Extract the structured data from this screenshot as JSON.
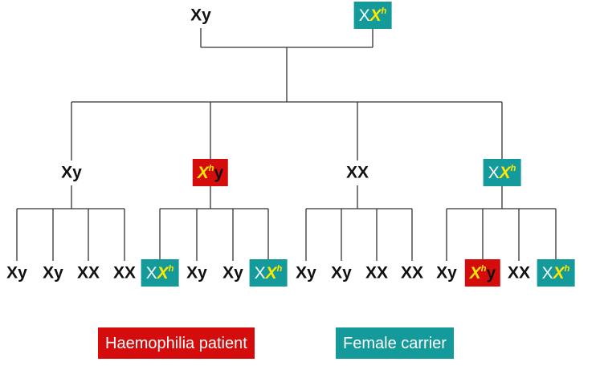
{
  "colors": {
    "patient": "#d40c0c",
    "carrier": "#149a9a",
    "affected_allele": "#ffe800"
  },
  "parents": [
    {
      "genotype": "Xy",
      "status": "normal"
    },
    {
      "genotype": "XX^h",
      "status": "carrier"
    }
  ],
  "children": [
    {
      "genotype": "Xy",
      "status": "normal",
      "offspring": [
        {
          "genotype": "Xy",
          "status": "normal"
        },
        {
          "genotype": "Xy",
          "status": "normal"
        },
        {
          "genotype": "XX",
          "status": "normal"
        },
        {
          "genotype": "XX",
          "status": "normal"
        }
      ]
    },
    {
      "genotype": "X^hy",
      "status": "patient",
      "offspring": [
        {
          "genotype": "XX^h",
          "status": "carrier"
        },
        {
          "genotype": "Xy",
          "status": "normal"
        },
        {
          "genotype": "Xy",
          "status": "normal"
        },
        {
          "genotype": "XX^h",
          "status": "carrier"
        }
      ]
    },
    {
      "genotype": "XX",
      "status": "normal",
      "offspring": [
        {
          "genotype": "Xy",
          "status": "normal"
        },
        {
          "genotype": "Xy",
          "status": "normal"
        },
        {
          "genotype": "XX",
          "status": "normal"
        },
        {
          "genotype": "XX",
          "status": "normal"
        }
      ]
    },
    {
      "genotype": "XX^h",
      "status": "carrier",
      "offspring": [
        {
          "genotype": "Xy",
          "status": "normal"
        },
        {
          "genotype": "X^hy",
          "status": "patient"
        },
        {
          "genotype": "XX",
          "status": "normal"
        },
        {
          "genotype": "XX^h",
          "status": "carrier"
        }
      ]
    }
  ],
  "legend": {
    "patient_label": "Haemophilia patient",
    "carrier_label": "Female carrier"
  }
}
